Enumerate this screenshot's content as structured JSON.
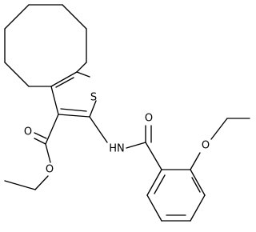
{
  "atoms": {
    "sulfur": "S",
    "amide_nh": "HN",
    "amide_oxygen": "O",
    "ester_carbonyl_oxygen": "O",
    "ester_alkoxy_oxygen": "O",
    "ether_oxygen": "O"
  },
  "colors": {
    "bond": "#000000",
    "label": "#000000",
    "background": "#ffffff"
  }
}
